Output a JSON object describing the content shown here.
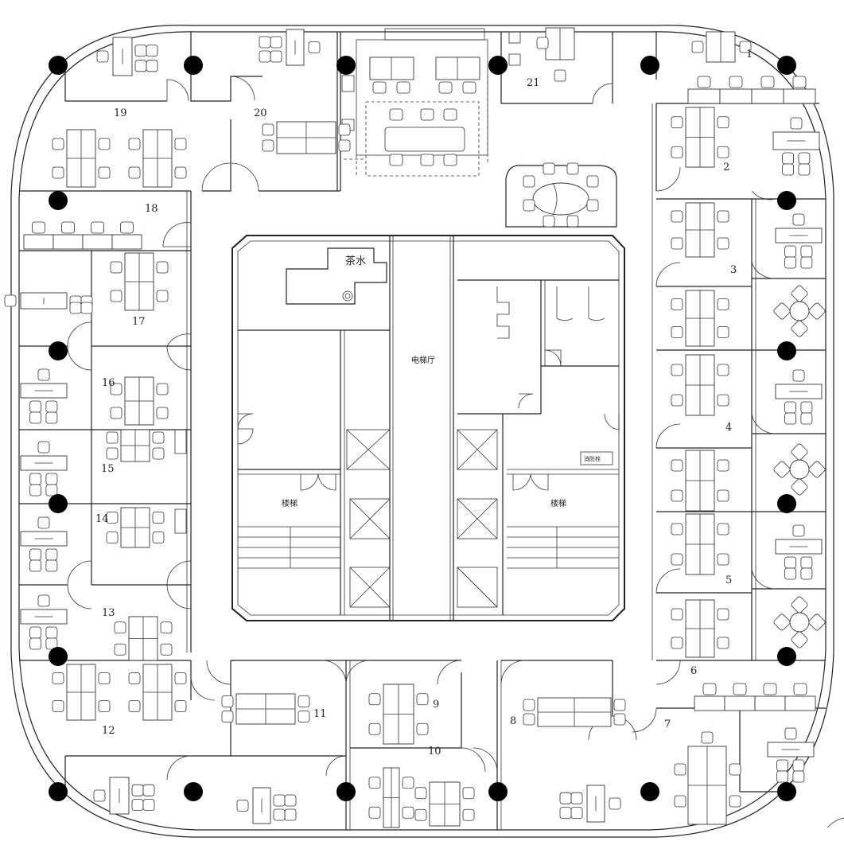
{
  "labels": {
    "elevator_hall": "电梯厅",
    "stair_left": "楼梯",
    "stair_right": "楼梯",
    "pantry": "茶水",
    "hydrant": "消防栓"
  },
  "rooms": [
    {
      "id": "1",
      "label": "1"
    },
    {
      "id": "2",
      "label": "2"
    },
    {
      "id": "3",
      "label": "3"
    },
    {
      "id": "4",
      "label": "4"
    },
    {
      "id": "5",
      "label": "5"
    },
    {
      "id": "6",
      "label": "6"
    },
    {
      "id": "7",
      "label": "7"
    },
    {
      "id": "8",
      "label": "8"
    },
    {
      "id": "9",
      "label": "9"
    },
    {
      "id": "10",
      "label": "10"
    },
    {
      "id": "11",
      "label": "11"
    },
    {
      "id": "12",
      "label": "12"
    },
    {
      "id": "13",
      "label": "13"
    },
    {
      "id": "14",
      "label": "14"
    },
    {
      "id": "15",
      "label": "15"
    },
    {
      "id": "16",
      "label": "16"
    },
    {
      "id": "17",
      "label": "17"
    },
    {
      "id": "18",
      "label": "18"
    },
    {
      "id": "19",
      "label": "19"
    },
    {
      "id": "20",
      "label": "20"
    },
    {
      "id": "21",
      "label": "21"
    }
  ]
}
